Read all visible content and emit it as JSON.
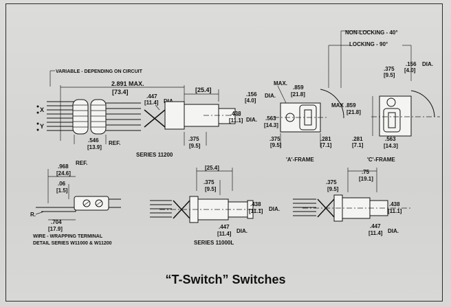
{
  "title": "“T-Switch” Switches",
  "labels": {
    "variable": "VARIABLE - DEPENDING ON CIRCUIT",
    "dim_2891": "2.891 MAX.",
    "dim_734": "[73.4]",
    "dim_447": ".447",
    "dim_114": "[11.4]",
    "dia": "DIA.",
    "dim_254": "[25.4]",
    "x_label": "X",
    "y_label": "Y",
    "dim_438": ".438",
    "dim_111": "[11.1]",
    "dim_375": ".375",
    "dim_95": "[9.5]",
    "dim_546": ".546",
    "dim_139": "[13.9]",
    "ref": "REF.",
    "series_11200": "SERIES 11200",
    "max": "MAX.",
    "dim_156": ".156",
    "dim_40": "[4.0]",
    "dim_859": ".859",
    "dim_218": "[21.8]",
    "dim_563": ".563",
    "dim_143": "[14.3]",
    "dim_281": ".281",
    "dim_71": "[7.1]",
    "max_859": "MAX .859",
    "a_frame": "'A'-FRAME",
    "c_frame": "'C'-FRAME",
    "non_locking": "NON-LOCKING - 40°",
    "locking": "LOCKING - 90°",
    "dim_968": ".968",
    "dim_246": "[24.6]",
    "dim_06": ".06",
    "dim_15": "[1.5]",
    "r_label": "R.",
    "dim_704": ".704",
    "dim_179": "[17.9]",
    "wire_wrap_1": "WIRE - WRAPPING TERMINAL",
    "wire_wrap_2": "DETAIL   SERIES W11000 & W11200",
    "series_11000l": "SERIES 11000L",
    "dim_75": ".75",
    "dim_191": "[19.1]"
  }
}
